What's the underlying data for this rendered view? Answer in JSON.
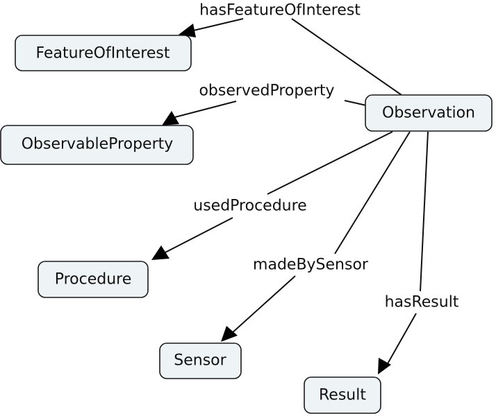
{
  "diagram": {
    "nodes": {
      "observation": "Observation",
      "feature_of_interest": "FeatureOfInterest",
      "observable_property": "ObservableProperty",
      "procedure": "Procedure",
      "sensor": "Sensor",
      "result": "Result"
    },
    "edges": {
      "has_feature_of_interest": "hasFeatureOfInterest",
      "observed_property": "observedProperty",
      "used_procedure": "usedProcedure",
      "made_by_sensor": "madeBySensor",
      "has_result": "hasResult"
    }
  }
}
